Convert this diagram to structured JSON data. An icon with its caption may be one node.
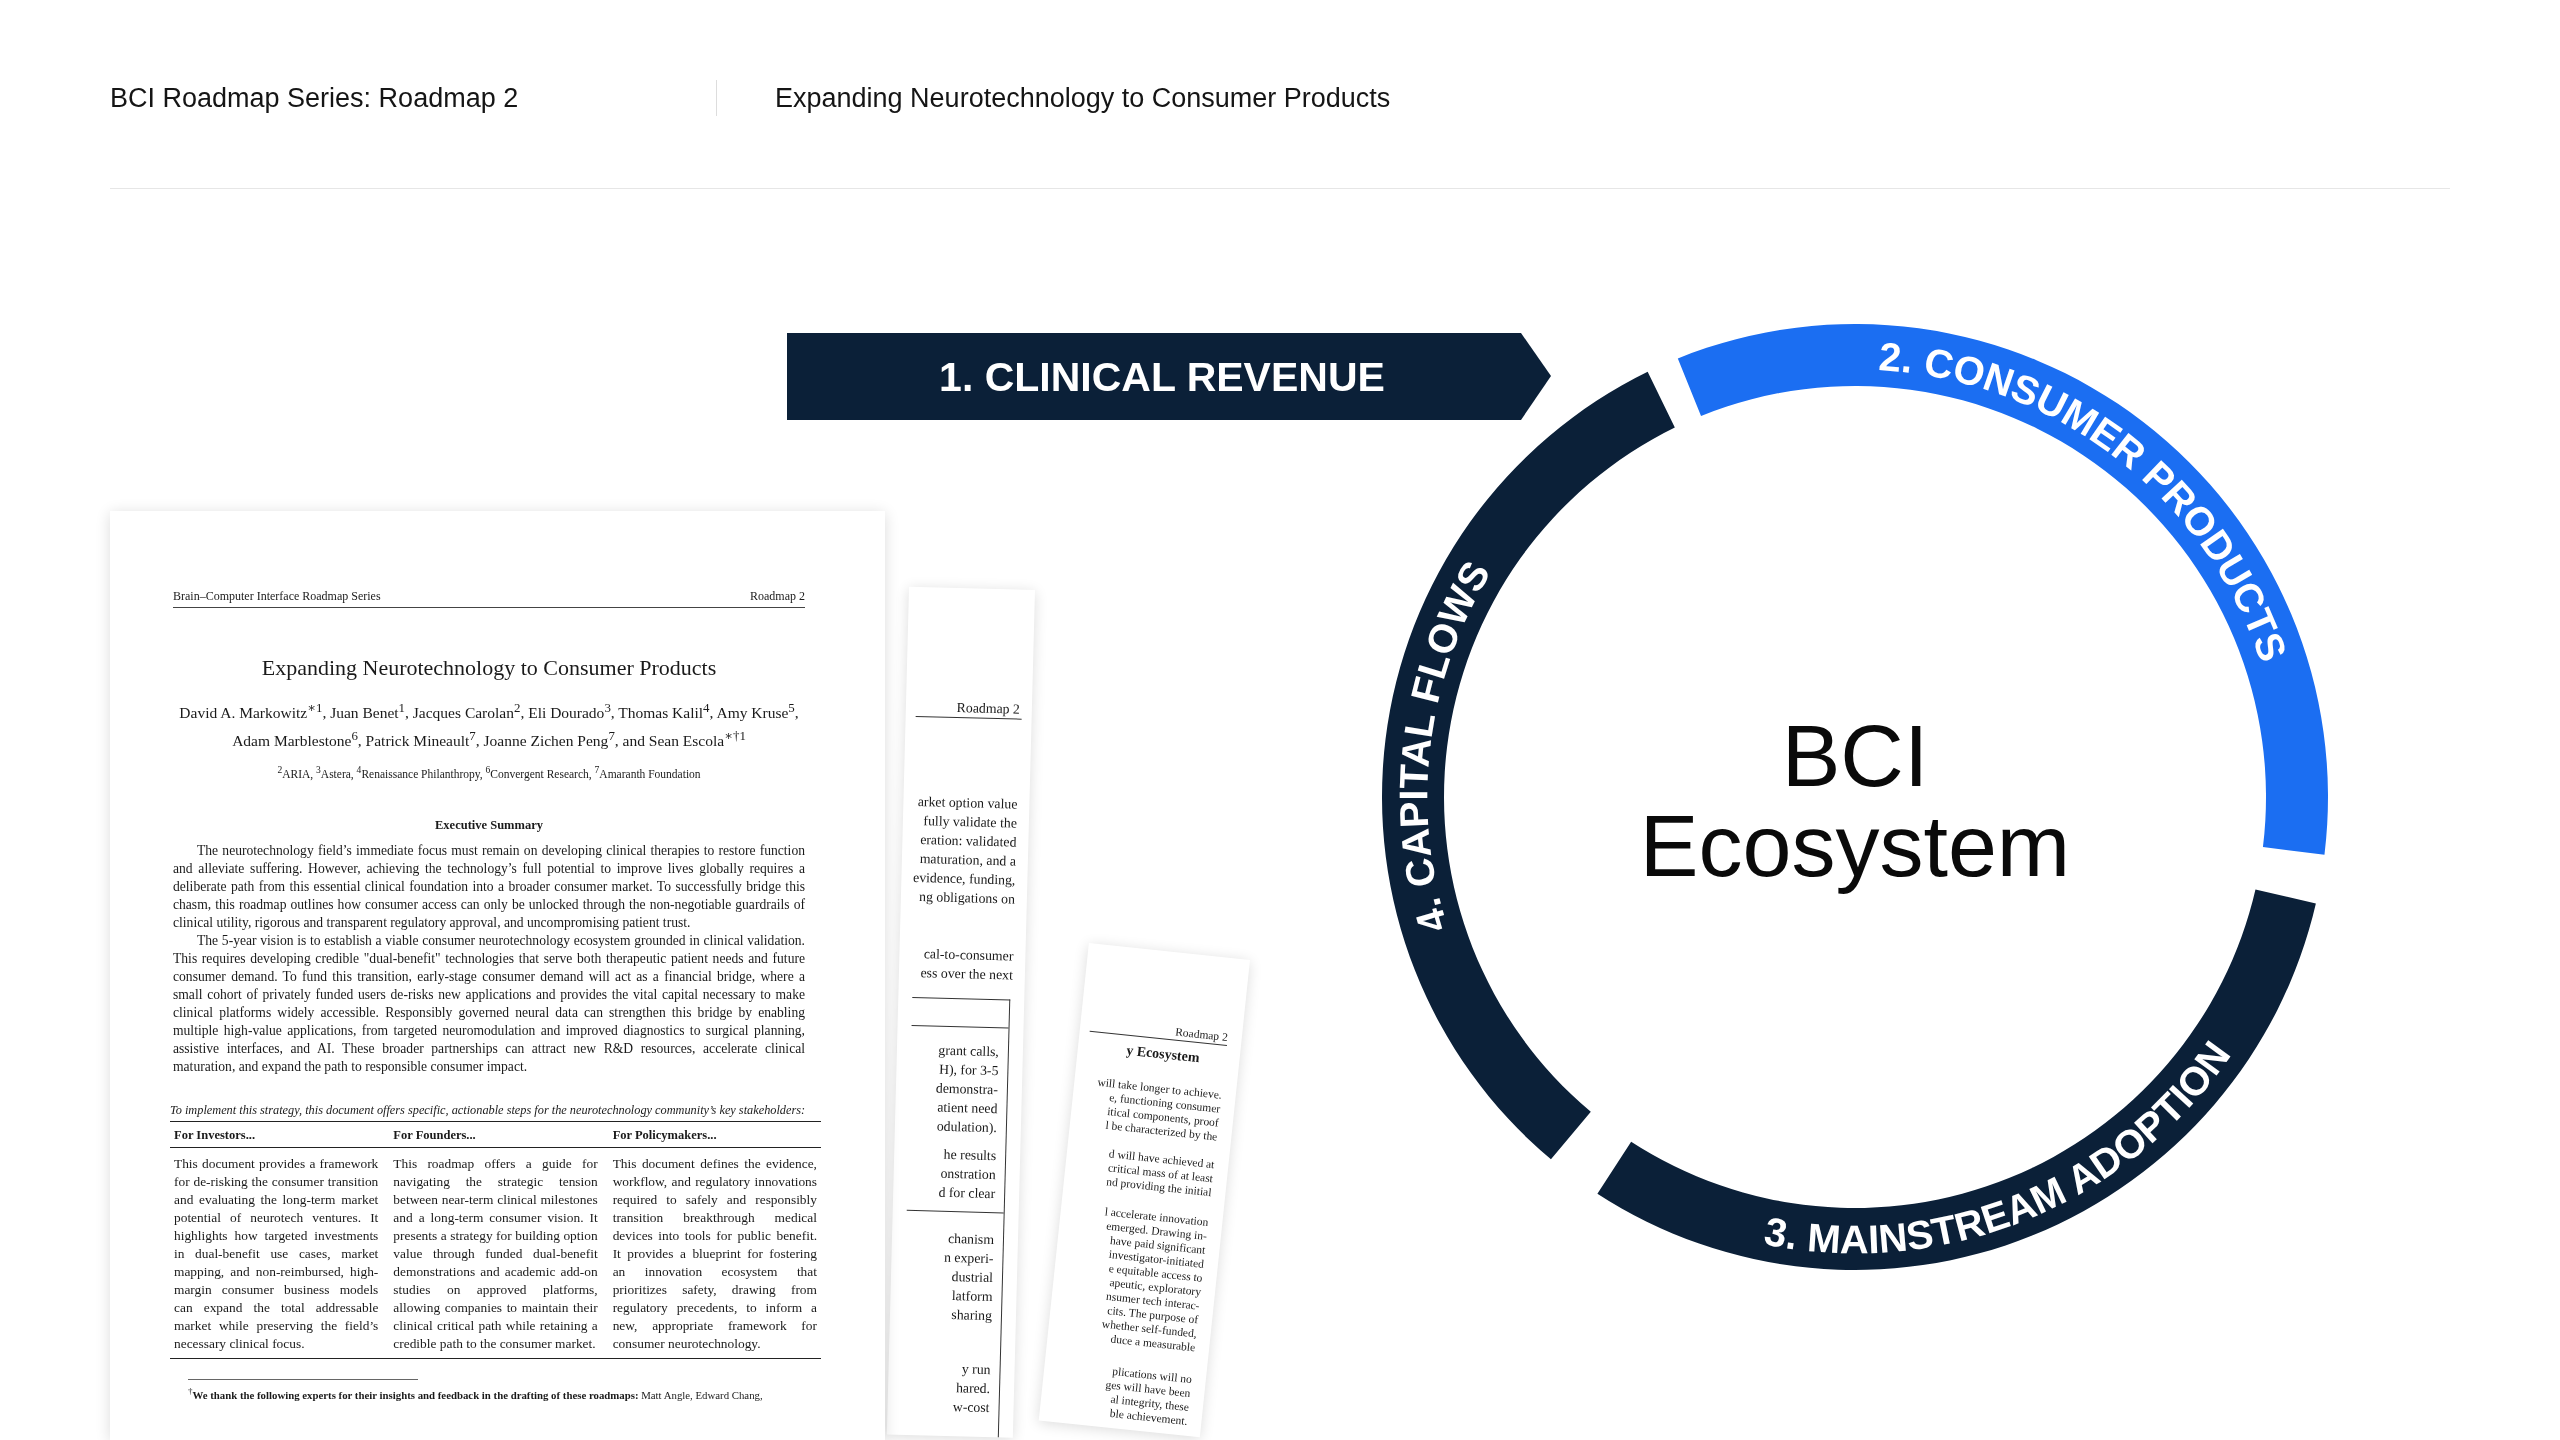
{
  "diagram": {
    "nodes": [
      {
        "text": [
          "1. CLINICAL REVENUE"
        ]
      },
      {
        "text": [
          "2. CONSUMER PRODUCTS"
        ]
      },
      {
        "text": [
          "3. MAINSTREAM ADOPTION"
        ]
      },
      {
        "text": [
          "4. CAPITAL FLOWS"
        ]
      },
      {
        "text": [
          "Brain–Computer Interface Roadmap Series",
          "Roadmap 2",
          "Expanding Neurotechnology to Consumer Products",
          "David A. Markowitz$^{∗1}$, Juan Benet$^{1}$, Jacques Carolan$^{2}$, Eli Dourado$^{3}$, Thomas Kalil$^{4}$, Amy Kruse$^{5}$, Adam Marblestone$^{6}$, Patrick Mineault$^{7}$, Joanne Zichen Peng$^{7}$, and Sean Escola$^{∗†1}$",
          "$^{2}$ARIA, $^{3}$Astera, $^{4}$Renaissance Philanthropy, $^{6}$Convergent Research, $^{7}$Amaranth Foundation",
          "Executive Summary",
          "The neurotechnology field’s immediate focus must remain on developing clinical therapies to restore function and alleviate suffering. However, achieving the technology’s full potential to improve lives globally requires a deliberate path from this essential clinical foundation into a broader consumer market. To successfully bridge this chasm, this roadmap outlines how consumer access can only be unlocked through the non-negotiable guardrails of clinical utility, rigorous and transparent regulatory approval, and uncompromising patient trust.",
          "The 5-year vision is to establish a viable consumer neurotechnology ecosystem grounded in clinical validation. This requires developing credible \"dual-benefit\" technologies that serve both therapeutic patient needs and future consumer demand. To fund this transition, early-stage consumer demand will act as a financial bridge, where a small cohort of privately funded users de-risks new applications and provides the vital capital necessary to make clinical platforms widely accessible. Responsibly governed neural data can strengthen this bridge by enabling multiple high-value applications, from targeted neuromodulation and improved diagnostics to surgical planning, assistive interfaces, and AI. These broader partnerships can attract new R&D resources, accelerate clinical maturation, and expand the path to responsible consumer impact.",
          "To implement this strategy, this document offers specific, actionable steps for the neurotechnology community’s key stakeholders:",
          "For Investors...",
          "For Founders...",
          "For Policymakers...",
          "This document provides a framework for de-risking the consumer transition and evaluating the long-term market potential of neurotech ventures. It highlights how targeted investments in dual-benefit use cases, market mapping, and non-reimbursed, high-margin consumer business models can expand the total addressable market while preserving the field’s necessary clinical focus.",
          "This roadmap offers a guide for navigating the strategic tension between near-term clinical milestones and a long-term consumer vision. It presents a strategy for building option value through funded dual-benefit demonstrations and academic add-on studies on approved platforms, allowing companies to maintain their clinical critical path while retaining a credible path to the consumer market.",
          "This document defines the evidence, workflow, and regulatory innovations required to safely and responsibly transition breakthrough medical devices into tools for public benefit. It provides a blueprint for fostering an innovation ecosystem that prioritizes safety, drawing from regulatory precedents, to inform a new, appropriate framework for consumer neurotechnology.",
          "$^{†}$**We thank the following experts for their insights and feedback in the drafting of these roadmaps:** Matt Angle, Edward Chang,"
        ]
      },
      {
        "text": [
          "Roadmap 2",
          "arket option value",
          "fully validate the",
          "eration: validated",
          "maturation, and a",
          "evidence, funding,",
          "ng obligations on",
          "cal-to-consumer",
          "ess over the next",
          "grant calls,",
          "H), for 3-5",
          "demonstra-",
          "atient need",
          "odulation).",
          "he results",
          "onstration",
          "d for clear",
          "chanism",
          "n experi-",
          "dustrial",
          "latform",
          "sharing",
          "y run",
          "hared.",
          "w-cost"
        ]
      },
      {
        "text": [
          "Roadmap 2",
          "y Ecosystem",
          "will take longer to achieve.",
          "e, functioning consumer",
          "itical components, proof",
          "l be characterized by the",
          "d will have achieved at",
          "critical mass of at least",
          "nd providing the initial",
          "l accelerate innovation",
          "emerged. Drawing in-",
          "have paid significant",
          "investigator-initiated",
          "e equitable access to",
          "apeutic, exploratory",
          "nsumer tech interac-",
          "cits. The purpose of",
          "whether self-funded,",
          "duce a measurable",
          "plications will no",
          "ges will have been",
          "al integrity, these",
          "ble achievement."
        ]
      }
    ],
    "labels": [
      "BCI Roadmap Series: Roadmap 2",
      "Expanding Neurotechnology to Consumer Products",
      "BCI Ecosystem"
    ]
  }
}
